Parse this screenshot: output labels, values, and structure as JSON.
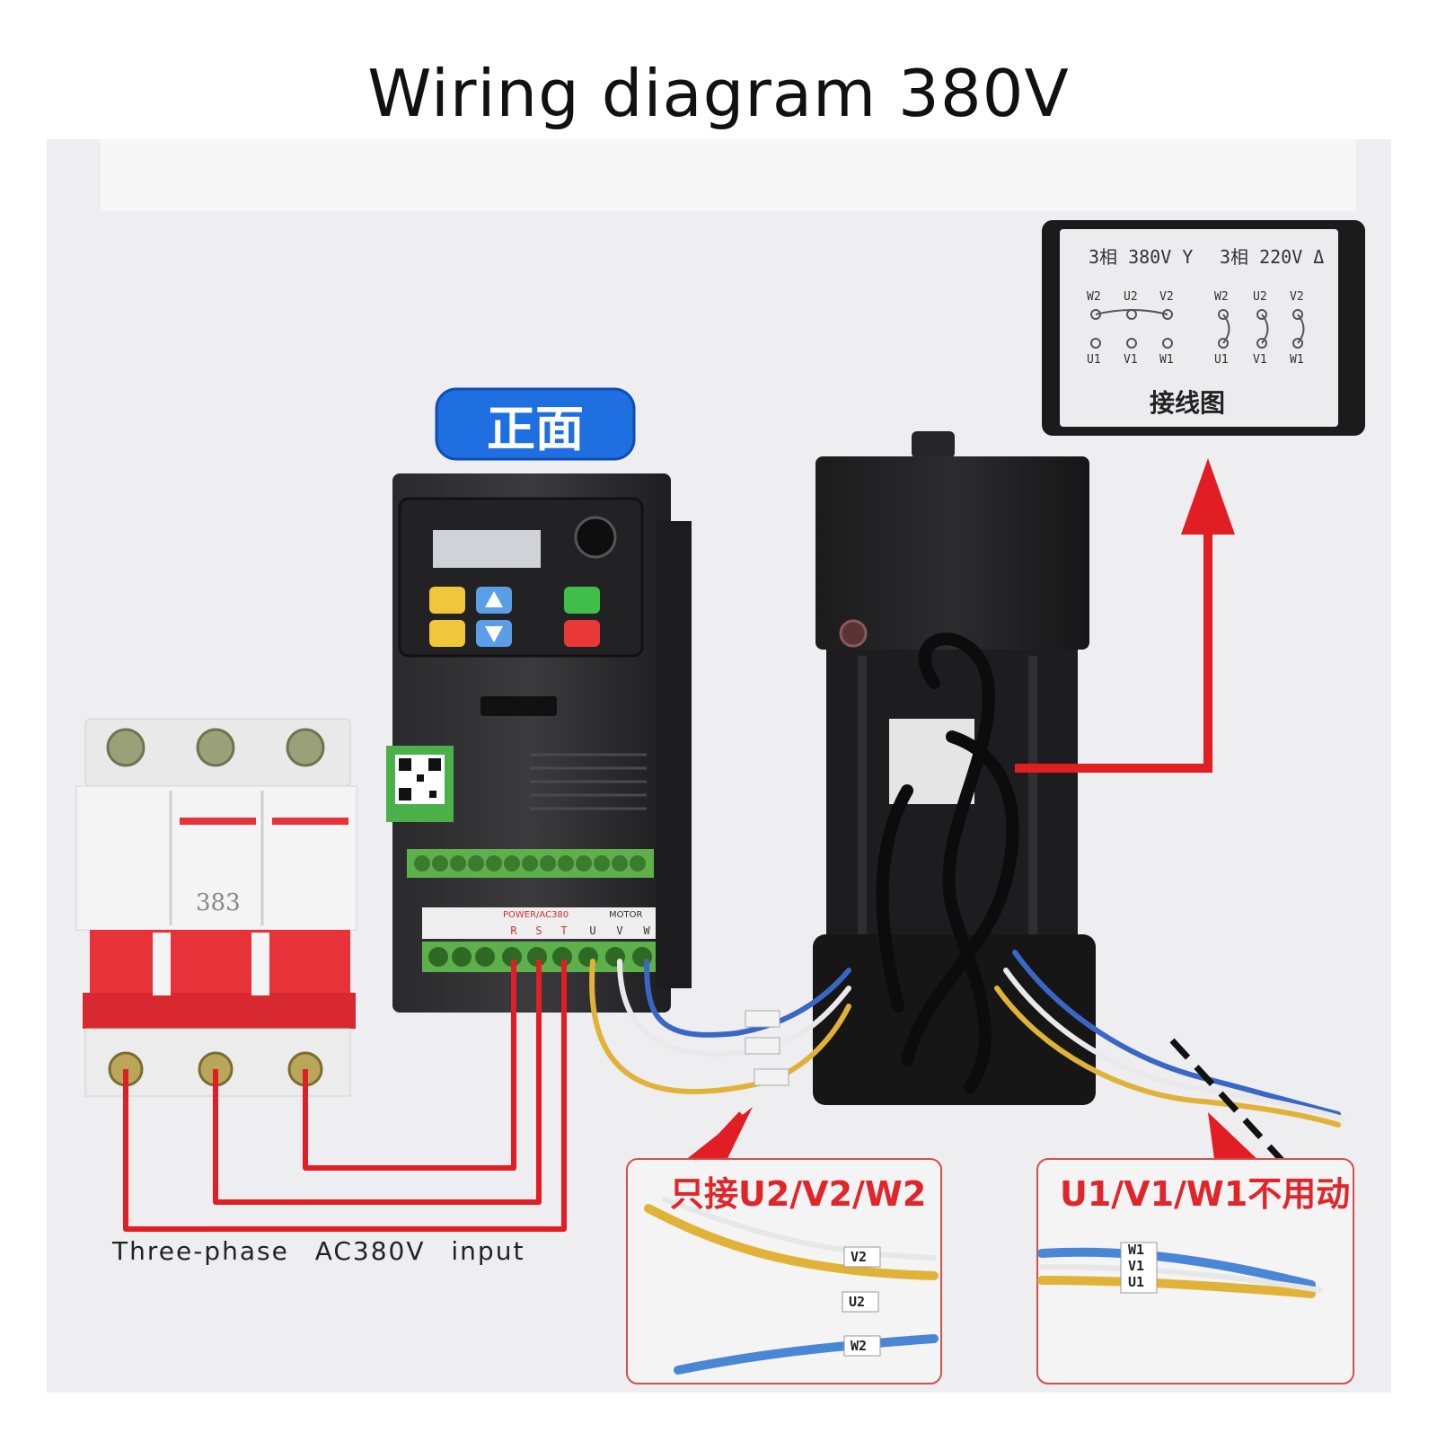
{
  "title": "Wiring diagram 380V",
  "front_badge": "正面",
  "input_label": "Three-phase   AC380V   input",
  "breaker_number": "383",
  "vfd_terminal_labels": {
    "power": "POWER/AC380",
    "motor": "MOTOR",
    "letters": [
      "R",
      "S",
      "T",
      "U",
      "V",
      "W"
    ]
  },
  "nameplate": {
    "star_label": "3相 380V Y",
    "delta_label": "3相 220V Δ",
    "top_terminals": [
      "W2",
      "U2",
      "V2"
    ],
    "bottom_terminals": [
      "U1",
      "V1",
      "W1"
    ],
    "caption": "接线图"
  },
  "callout_left": {
    "title": "只接U2/V2/W2",
    "tags": [
      "V2",
      "U2",
      "W2"
    ]
  },
  "callout_right": {
    "title": "U1/V1/W1不用动",
    "tags": [
      "W1",
      "V1",
      "U1"
    ]
  },
  "colors": {
    "wire_red": "#e01e24",
    "badge_blue": "#1f6fe0",
    "wire_blue": "#3a67c6",
    "wire_yellow": "#e1b238",
    "breaker_red": "#e8323a"
  }
}
